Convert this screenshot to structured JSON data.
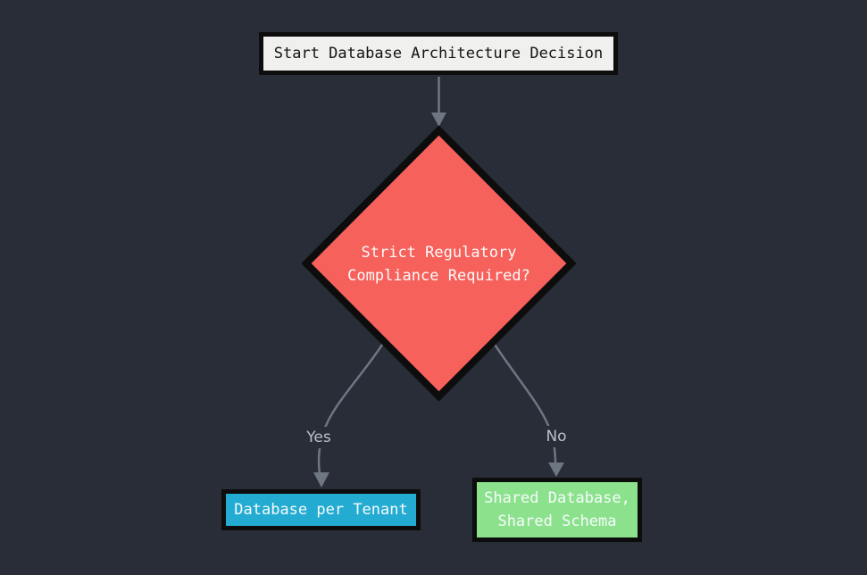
{
  "diagram": {
    "type": "flowchart",
    "nodes": {
      "start": {
        "label": "Start Database Architecture Decision",
        "shape": "rectangle"
      },
      "decision": {
        "label": "Strict Regulatory\nCompliance Required?",
        "shape": "diamond"
      },
      "yes_result": {
        "label": "Database per Tenant",
        "shape": "rectangle"
      },
      "no_result": {
        "label": "Shared Database,\nShared Schema",
        "shape": "rectangle"
      }
    },
    "edges": {
      "start_to_decision": {
        "from": "start",
        "to": "decision",
        "label": ""
      },
      "yes": {
        "from": "decision",
        "to": "yes_result",
        "label": "Yes"
      },
      "no": {
        "from": "decision",
        "to": "no_result",
        "label": "No"
      }
    }
  },
  "colors": {
    "background": "#282d37",
    "node_border": "#0d0d0d",
    "start_fill": "#f0f0ee",
    "start_text": "#141414",
    "decision_fill": "#f7615c",
    "decision_text": "#fafafa",
    "yes_fill": "#24abd2",
    "no_fill": "#8ce28c",
    "result_text": "#f6fbfc",
    "edge": "#6e7682",
    "edge_label": "#b9c0ca"
  }
}
